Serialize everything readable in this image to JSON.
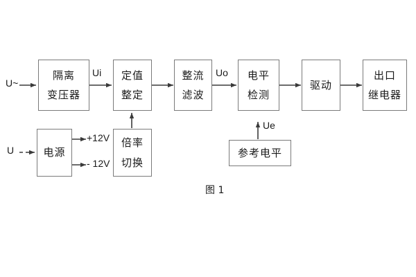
{
  "diagram": {
    "caption": "图 1",
    "blocks": [
      {
        "id": "isolation-transformer",
        "line1": "隔离",
        "line2": "变压器"
      },
      {
        "id": "setting-value",
        "line1": "定值",
        "line2": "整定"
      },
      {
        "id": "rectifier-filter",
        "line1": "整流",
        "line2": "滤波"
      },
      {
        "id": "level-detection",
        "line1": "电平",
        "line2": "检测"
      },
      {
        "id": "driver",
        "line1": "驱动",
        "line2": ""
      },
      {
        "id": "output-relay",
        "line1": "出口",
        "line2": "继电器"
      },
      {
        "id": "power-supply",
        "line1": "电源",
        "line2": ""
      },
      {
        "id": "multiplier-switch",
        "line1": "倍率",
        "line2": "切换"
      },
      {
        "id": "reference-level",
        "line1": "参考电平",
        "line2": ""
      }
    ],
    "signals": {
      "input_ac": "U~",
      "input_dc": "U",
      "ui": "Ui",
      "uo": "Uo",
      "ue": "Ue",
      "rail_positive": "+12V",
      "rail_negative": "- 12V"
    },
    "colors": {
      "stroke": "#7a7a7a",
      "wire": "#3a3a3a",
      "text": "#1a1a1a",
      "background": "#ffffff"
    }
  }
}
